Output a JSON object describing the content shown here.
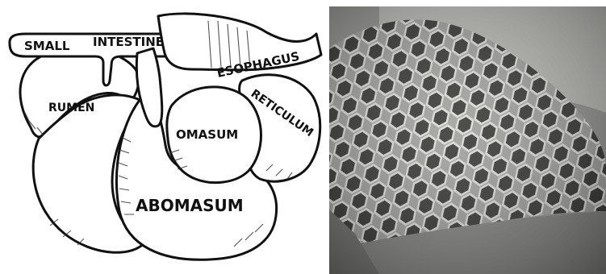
{
  "diagram": {
    "labels": {
      "small": "SMALL",
      "intestine": "INTESTINE",
      "esophagus": "ESOPHAGUS",
      "reticulum": "RETICULUM",
      "rumen": "RUMEN",
      "omasum": "OMASUM",
      "abomasum": "ABOMASUM"
    }
  },
  "colors": {
    "ink": "#111111",
    "paper": "#ffffff",
    "photo_base": "#8a8a88",
    "photo_ridge": "#d9d9d6",
    "photo_cell": "#2e2e2c"
  },
  "photo": {
    "subject": "honeycomb-lining"
  }
}
